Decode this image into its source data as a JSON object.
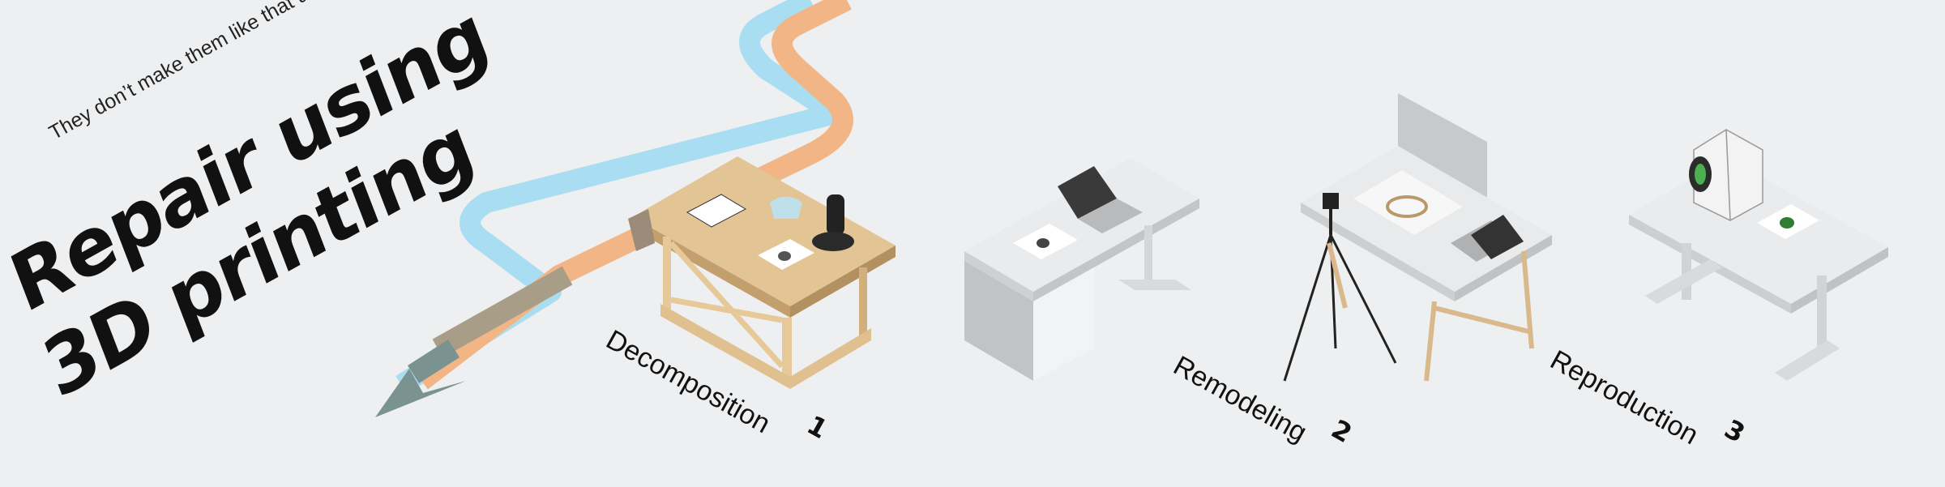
{
  "header": {
    "tagline": "They don’t make them like that anymore:",
    "headline_line1": "Repair using",
    "headline_line2": "3D printing"
  },
  "steps": [
    {
      "name": "Decomposition",
      "number": "1"
    },
    {
      "name": "Remodeling",
      "number": "2"
    },
    {
      "name": "Reproduction",
      "number": "3"
    }
  ],
  "colors": {
    "background": "#eeeff0",
    "path_blue": "#a9def2",
    "path_orange": "#f1b586",
    "path_arrow": "#7a9290",
    "wood": "#d9b98c",
    "desk_white": "#e4e5e6"
  },
  "icons": [
    "workbench-icon",
    "desk-laptop-icon",
    "photo-booth-tripod-icon",
    "printer-desk-icon"
  ]
}
